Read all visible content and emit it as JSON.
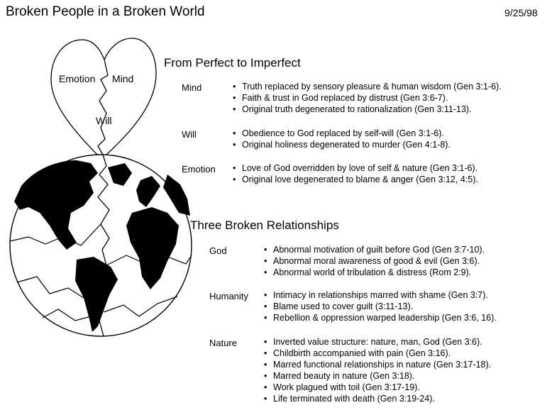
{
  "header": {
    "title": "Broken People in a Broken World",
    "date": "9/25/98"
  },
  "heart": {
    "emotion": "Emotion",
    "mind": "Mind",
    "will": "Will"
  },
  "section1": {
    "heading": "From Perfect to Imperfect",
    "groups": [
      {
        "label": "Mind",
        "items": [
          "Truth replaced by sensory pleasure & human wisdom (Gen 3:1-6).",
          "Faith & trust in God replaced by distrust (Gen 3:6-7).",
          "Original truth degenerated to rationalization (Gen 3:11-13)."
        ]
      },
      {
        "label": "Will",
        "items": [
          "Obedience to God replaced by self-will (Gen 3:1-6).",
          "Original holiness degenerated to murder (Gen 4:1-8)."
        ]
      },
      {
        "label": "Emotion",
        "items": [
          "Love of God overridden by love of self & nature (Gen 3:1-6).",
          "Original love degenerated to blame & anger (Gen 3:12, 4:5)."
        ]
      }
    ]
  },
  "section2": {
    "heading": "Three Broken Relationships",
    "groups": [
      {
        "label": "God",
        "items": [
          "Abnormal motivation of guilt before God (Gen 3:7-10).",
          "Abnormal moral awareness of good & evil (Gen 3:6).",
          "Abnormal world of tribulation & distress (Rom 2:9)."
        ]
      },
      {
        "label": "Humanity",
        "items": [
          "Intimacy in relationships marred with shame (Gen 3:7).",
          "Blame used to cover guilt (3:11-13).",
          "Rebellion & oppression warped leadership (Gen 3:6, 16)."
        ]
      },
      {
        "label": "Nature",
        "items": [
          "Inverted value structure: nature, man, God (Gen 3:6).",
          "Childbirth accompanied with pain (Gen 3:16).",
          "Marred functional relationships in nature (Gen 3:17-18).",
          "Marred beauty in nature (Gen 3:18).",
          "Work plagued with toil (Gen 3:17-19).",
          "Life terminated with death (Gen 3:19-24)."
        ]
      }
    ]
  }
}
